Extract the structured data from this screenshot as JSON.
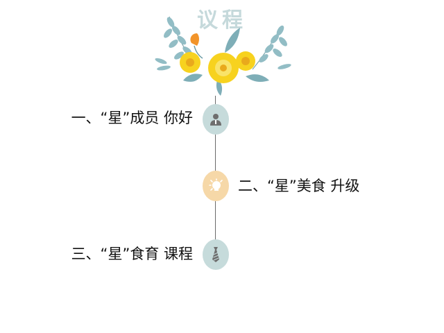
{
  "title": "议程",
  "items": [
    {
      "label": "一、“星”成员 你好",
      "icon": "person-icon",
      "side": "left"
    },
    {
      "label": "二、“星”美食 升级",
      "icon": "lightbulb-icon",
      "side": "right"
    },
    {
      "label": "三、“星”食育 课程",
      "icon": "tie-icon",
      "side": "left"
    }
  ],
  "colors": {
    "title": "#c5d9db",
    "node_teal": "#c6dbdb",
    "node_peach": "#f6d8a8",
    "flower_yellow": "#f7d21f",
    "leaf": "#7fb2bc",
    "line": "#6a6a6a"
  }
}
